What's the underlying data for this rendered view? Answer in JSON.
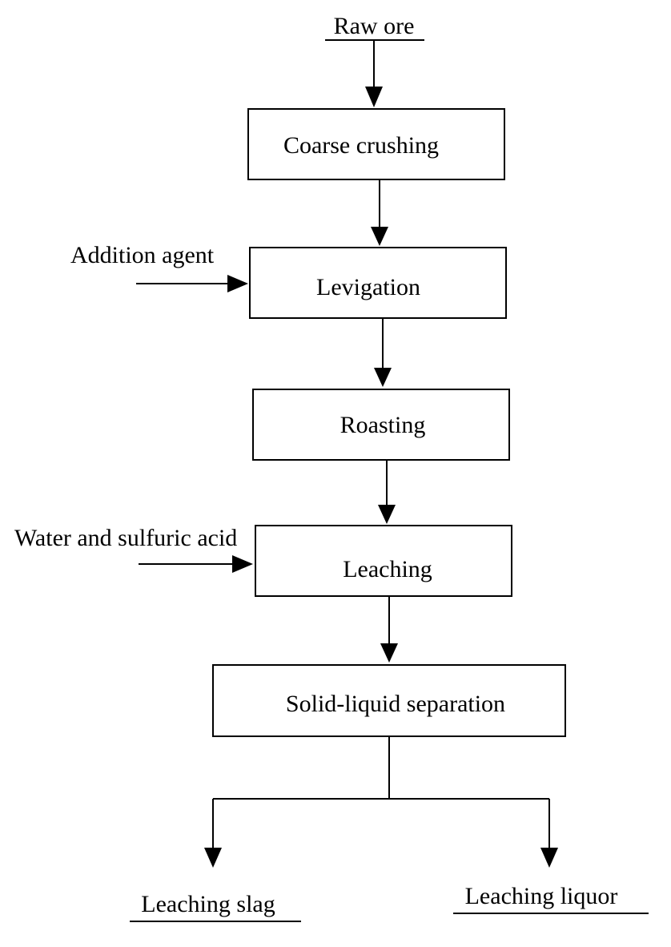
{
  "diagram": {
    "input": "Raw ore",
    "steps": [
      "Coarse crushing",
      "Levigation",
      "Roasting",
      "Leaching",
      "Solid-liquid separation"
    ],
    "side_inputs": {
      "levigation": "Addition agent",
      "leaching": "Water and sulfuric acid"
    },
    "outputs": {
      "left": "Leaching slag",
      "right": "Leaching liquor"
    }
  }
}
